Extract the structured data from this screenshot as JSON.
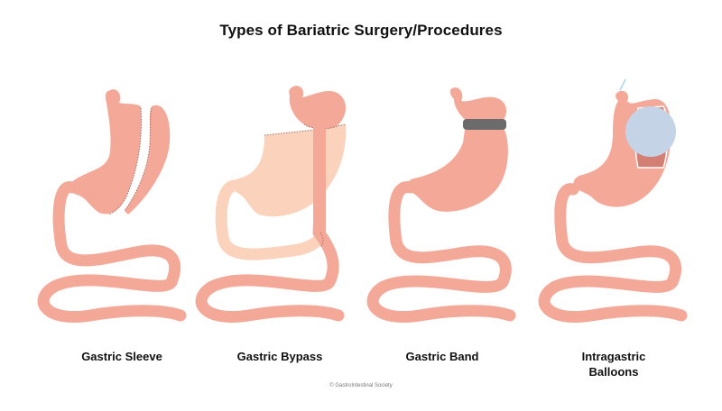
{
  "title": "Types of Bariatric Surgery/Procedures",
  "colors": {
    "tissue": "#f4a898",
    "tissue_bypassed": "#fbd2bc",
    "staple_line": "#a0706a",
    "band": "#6b6b6b",
    "balloon": "#c4d4e6",
    "balloon_cavity": "#d47f74",
    "tube": "#a9d4ea"
  },
  "procedures": [
    {
      "label": "Gastric Sleeve",
      "icon": "gastric-sleeve-illustration"
    },
    {
      "label": "Gastric Bypass",
      "icon": "gastric-bypass-illustration"
    },
    {
      "label": "Gastric Band",
      "icon": "gastric-band-illustration"
    },
    {
      "label": "Intragastric Balloons",
      "label_line1": "Intragastric",
      "label_line2": "Balloons",
      "icon": "intragastric-balloon-illustration"
    }
  ],
  "copyright": "© GastroIntestinal Society"
}
